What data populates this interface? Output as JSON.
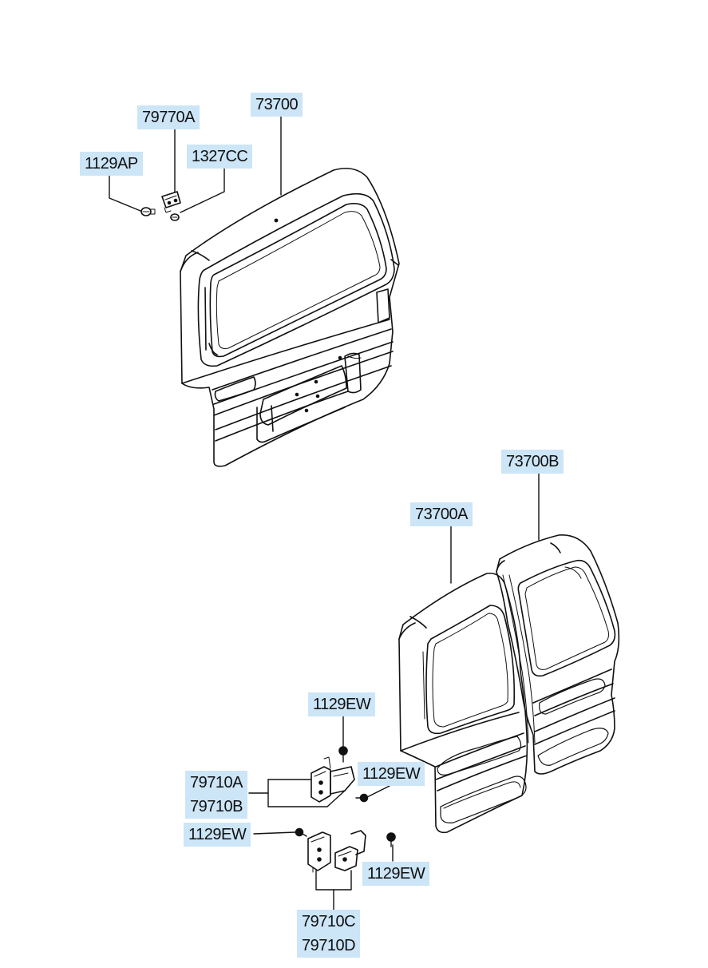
{
  "diagram": {
    "labels": {
      "p73700": "73700",
      "p79770a": "79770A",
      "p1327cc": "1327CC",
      "p1129ap": "1129AP",
      "p73700b": "73700B",
      "p73700a": "73700A",
      "p1129ew_top": "1129EW",
      "p79710a": "79710A",
      "p79710b": "79710B",
      "p1129ew_right": "1129EW",
      "p1129ew_left": "1129EW",
      "p1129ew_bottom": "1129EW",
      "p79710c": "79710C",
      "p79710d": "79710D"
    },
    "colors": {
      "label_background": "#cce5f7",
      "line": "#111111"
    }
  }
}
